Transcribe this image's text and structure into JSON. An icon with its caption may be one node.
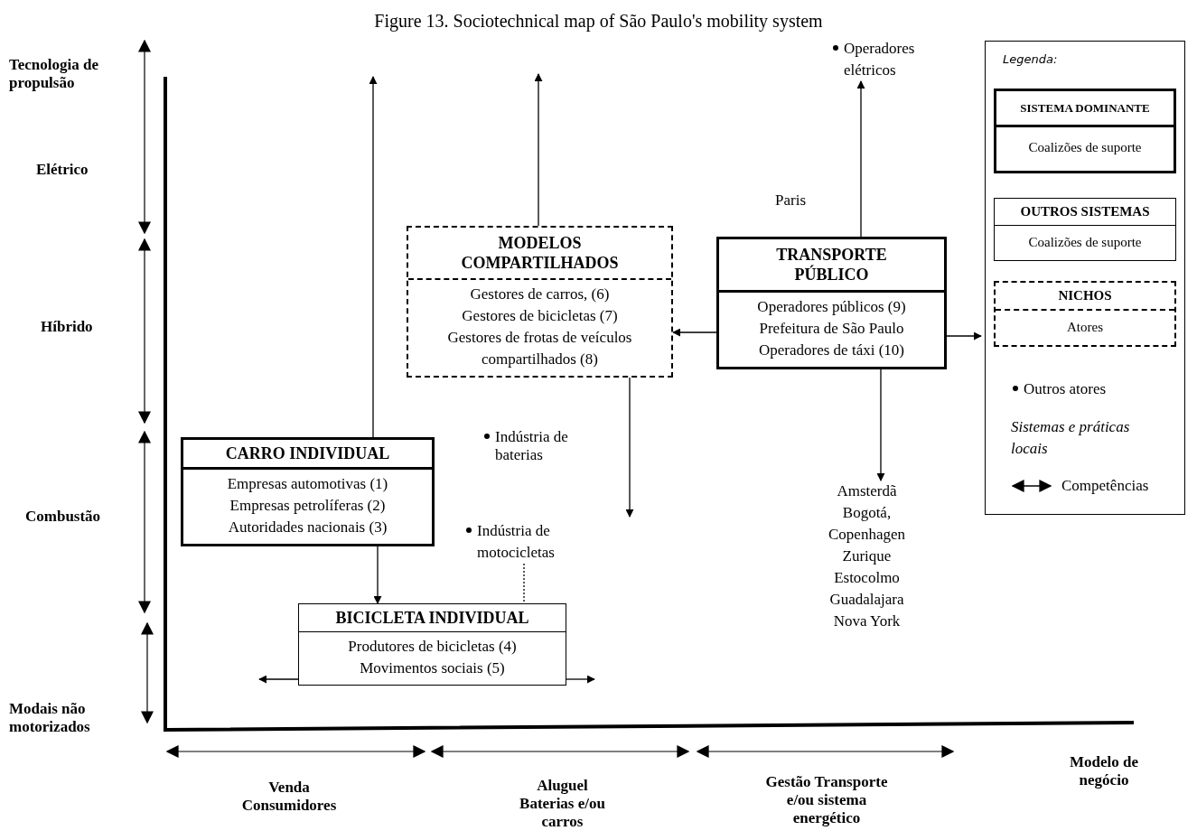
{
  "diagram": {
    "title": "Figure 13. Sociotechnical map of São Paulo's mobility system",
    "nodes": [
      {
        "text": [
          "CARRO INDIVIDUAL",
          "Empresas automotivas (1)",
          "Empresas petrolíferas (2)",
          "Autoridades nacionais (3)"
        ]
      },
      {
        "text": [
          "BICICLETA INDIVIDUAL",
          "Produtores de bicicletas (4)",
          "Movimentos sociais (5)"
        ]
      },
      {
        "text": [
          "MODELOS COMPARTILHADOS",
          "Gestores de carros, (6)",
          "Gestores de bicicletas (7)",
          "Gestores de frotas de veículos compartilhados (8)"
        ]
      },
      {
        "text": [
          "TRANSPORTE PÚBLICO",
          "Operadores públicos (9)",
          "Prefeitura de São Paulo",
          "Operadores de táxi (10)"
        ]
      },
      {
        "text": [
          "Operadores elétricos"
        ]
      },
      {
        "text": [
          "Amsterdã",
          "Bogotá,",
          "Copenhagen",
          "Zurique",
          "Estocolmo",
          "Guadalajara",
          "Nova York"
        ]
      },
      {
        "text": [
          "Indústria de motocicletas"
        ]
      }
    ],
    "edges": [
      {
        "from": 0,
        "to": null,
        "arrow": "to"
      },
      {
        "from": 2,
        "to": null,
        "arrow": "to"
      },
      {
        "from": 3,
        "to": 4,
        "arrow": "to"
      },
      {
        "from": 3,
        "to": 2,
        "arrow": "to"
      },
      {
        "from": 3,
        "to": null,
        "arrow": "to"
      },
      {
        "from": 2,
        "to": null,
        "arrow": "to"
      },
      {
        "from": 3,
        "to": 5,
        "arrow": "to"
      },
      {
        "from": 0,
        "to": 1,
        "arrow": "to"
      },
      {
        "from": 1,
        "to": null,
        "arrow": "to"
      },
      {
        "from": 1,
        "to": null,
        "arrow": "to"
      },
      {
        "from": 6,
        "to": 1,
        "arrow": "none",
        "style": "dashed"
      }
    ],
    "labels": [
      "Tecnologia de propulsão",
      "Elétrico",
      "Híbrido",
      "Combustão",
      "Modais não motorizados",
      "Paris",
      "Indústria de baterias",
      "Venda Consumidores",
      "Aluguel Baterias e/ou carros",
      "Gestão Transporte e/ou sistema energético",
      "Modelo de negócio",
      "Legenda:"
    ],
    "legend": [
      {
        "text": "SISTEMA DOMINANTE"
      },
      {
        "text": "Coalizões de suporte"
      },
      {
        "text": "OUTROS SISTEMAS"
      },
      {
        "text": "Coalizões de suporte"
      },
      {
        "text": "NICHOS"
      },
      {
        "text": "Atores"
      },
      {
        "text": "Outros atores"
      },
      {
        "text": "Sistemas e práticas locais"
      },
      {
        "text": "Competências"
      }
    ]
  }
}
